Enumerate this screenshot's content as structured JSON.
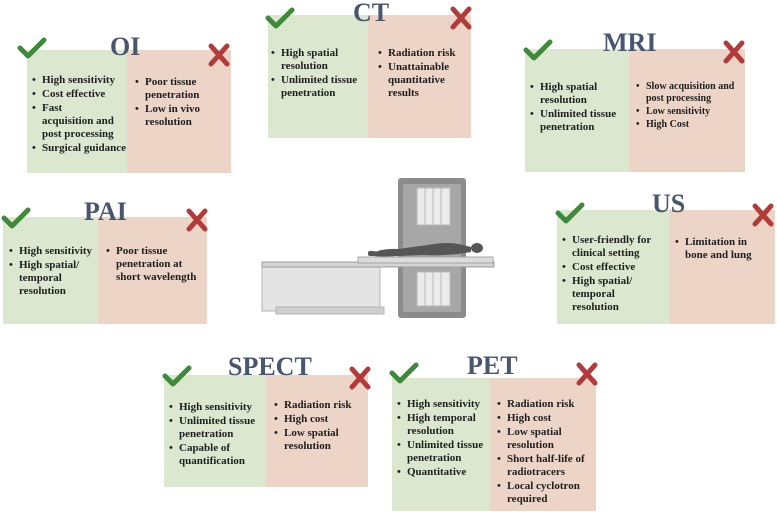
{
  "modalities": [
    {
      "id": "oi",
      "name": "OI",
      "pros": [
        "High sensitivity",
        "Cost effective",
        "Fast acquisition and post processing",
        "Surgical guidance"
      ],
      "cons": [
        "Poor tissue penetration",
        "Low in vivo resolution"
      ]
    },
    {
      "id": "ct",
      "name": "CT",
      "pros": [
        "High spatial resolution",
        "Unlimited tissue penetration"
      ],
      "cons": [
        "Radiation risk",
        "Unattainable quantitative results"
      ]
    },
    {
      "id": "mri",
      "name": "MRI",
      "pros": [
        "High spatial resolution",
        "Unlimited tissue penetration"
      ],
      "cons": [
        "Slow acquisition and post processing",
        "Low sensitivity",
        "High Cost"
      ]
    },
    {
      "id": "pai",
      "name": "PAI",
      "pros": [
        "High sensitivity",
        "High spatial/ temporal resolution"
      ],
      "cons": [
        "Poor tissue penetration at short wavelength"
      ]
    },
    {
      "id": "us",
      "name": "US",
      "pros": [
        "User-friendly for clinical setting",
        "Cost effective",
        "High spatial/ temporal resolution"
      ],
      "cons": [
        "Limitation in bone and lung"
      ]
    },
    {
      "id": "spect",
      "name": "SPECT",
      "pros": [
        "High sensitivity",
        "Unlimited tissue penetration",
        "Capable of quantification"
      ],
      "cons": [
        "Radiation risk",
        "High cost",
        "Low spatial resolution"
      ]
    },
    {
      "id": "pet",
      "name": "PET",
      "pros": [
        "High sensitivity",
        "High temporal resolution",
        "Unlimited tissue penetration",
        "Quantitative"
      ],
      "cons": [
        "Radiation risk",
        "High cost",
        "Low spatial resolution",
        "Short half-life of radiotracers",
        "Local cyclotron required"
      ]
    }
  ],
  "colors": {
    "pro_bg": "#dbe8cf",
    "con_bg": "#ecd5c7",
    "check": "#3f8a3a",
    "cross": "#b33a3a",
    "title": "#4a5570"
  },
  "icons": {
    "pro": "check-icon",
    "con": "cross-icon",
    "center": "scanner-illustration"
  }
}
